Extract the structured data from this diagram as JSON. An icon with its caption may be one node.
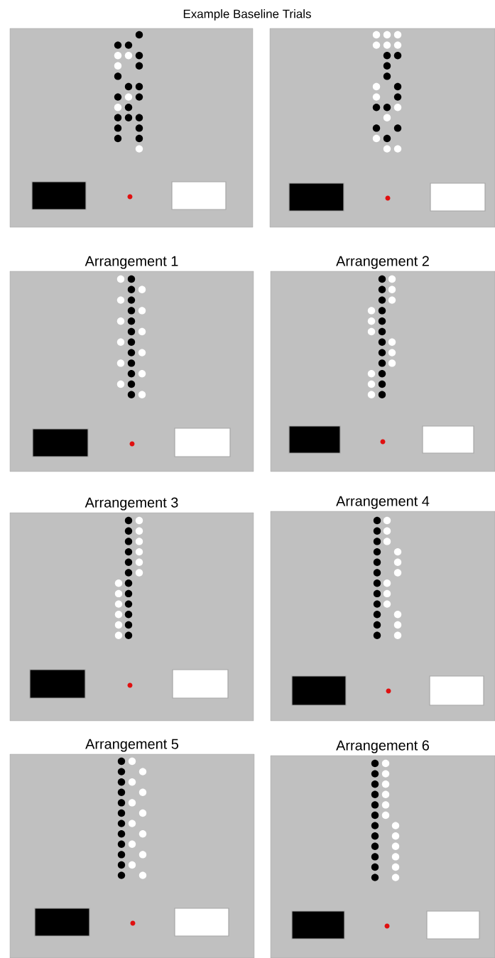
{
  "diagram": {
    "title": "Example Baseline Trials",
    "nodes": [
      {
        "text": [],
        "shape": "box"
      },
      {
        "text": [],
        "shape": "box"
      },
      {
        "text": [
          "Arrangement 1"
        ]
      },
      {
        "text": [
          "Arrangement 2"
        ]
      },
      {
        "text": [
          "Arrangement 3"
        ]
      },
      {
        "text": [
          "Arrangement 4"
        ]
      },
      {
        "text": [
          "Arrangement 5"
        ]
      },
      {
        "text": [
          "Arrangement 6"
        ]
      }
    ]
  }
}
